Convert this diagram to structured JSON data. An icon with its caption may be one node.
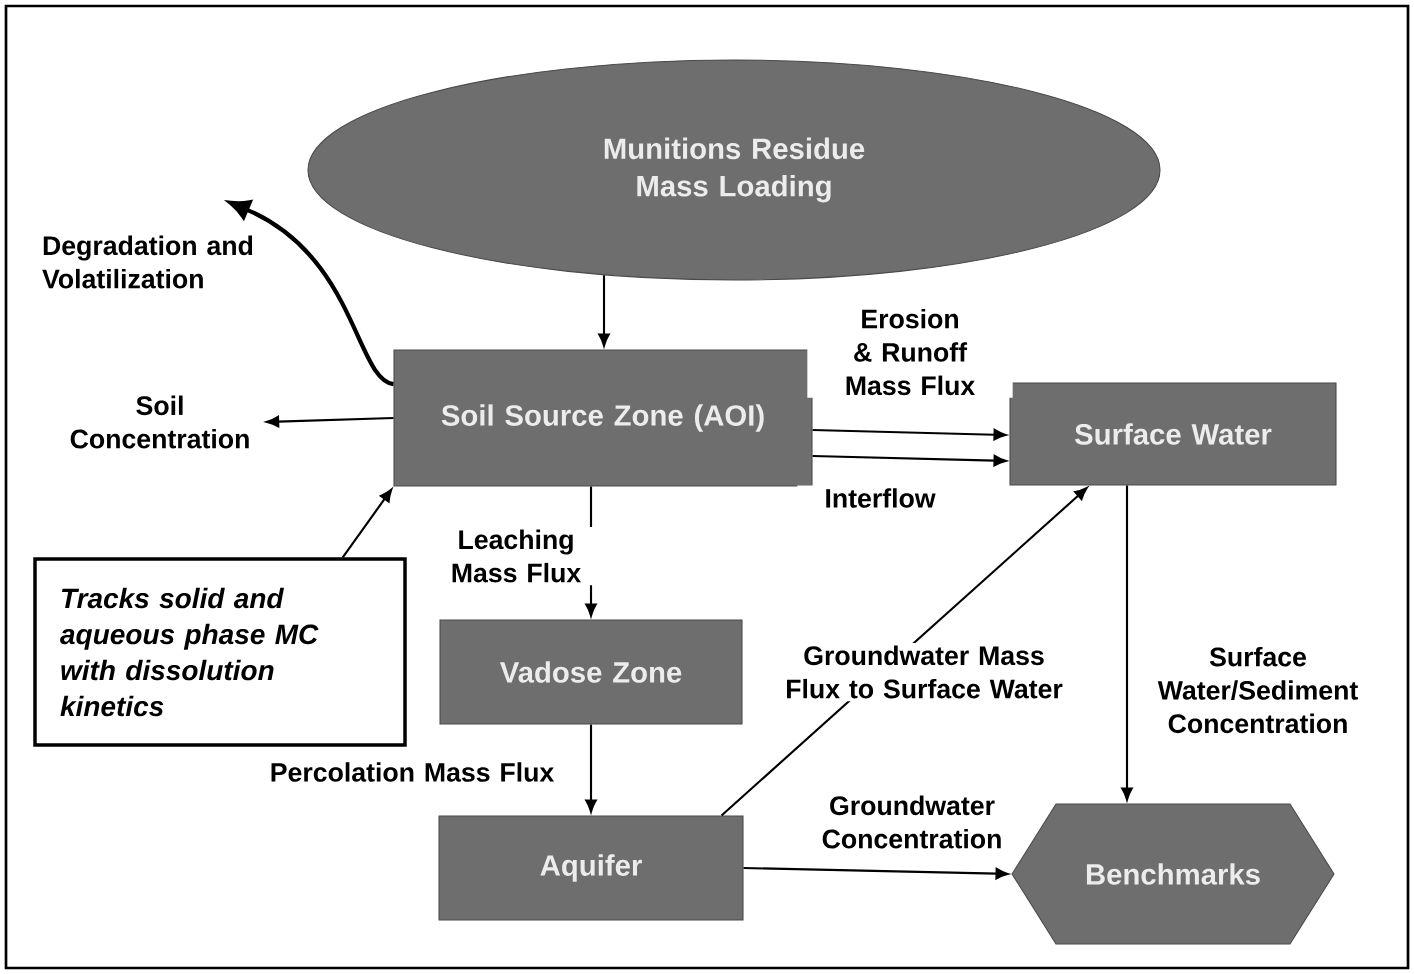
{
  "diagram": {
    "nodes": [
      {
        "text": [
          "Munitions Residue Mass Loading"
        ]
      },
      {
        "text": [
          "Soil Source Zone (AOI)"
        ]
      },
      {
        "text": [
          "Surface Water"
        ]
      },
      {
        "text": [
          "Vadose Zone"
        ]
      },
      {
        "text": [
          "Aquifer"
        ]
      },
      {
        "text": [
          "Benchmarks"
        ]
      },
      {
        "text": [
          "Tracks solid and aqueous phase MC with dissolution kinetics"
        ]
      },
      {
        "text": [
          "Soil Concentration"
        ]
      }
    ],
    "edges": [
      {
        "from": 0,
        "to": 1,
        "arrow": "to"
      },
      {
        "from": 1,
        "to": 7,
        "arrow": "to"
      },
      {
        "from": 1,
        "to": null,
        "arrow": "to",
        "label": "Degradation and Volatilization"
      },
      {
        "from": 1,
        "to": 2,
        "arrow": "to",
        "label": "Erosion & Runoff Mass Flux"
      },
      {
        "from": 1,
        "to": 2,
        "arrow": "to",
        "label": "Interflow"
      },
      {
        "from": 6,
        "to": 1,
        "arrow": "to"
      },
      {
        "from": 1,
        "to": 3,
        "arrow": "to",
        "label": "Leaching Mass Flux"
      },
      {
        "from": 3,
        "to": 4,
        "arrow": "to",
        "label": "Percolation Mass Flux"
      },
      {
        "from": 4,
        "to": 2,
        "arrow": "to",
        "label": "Groundwater Mass Flux to Surface Water"
      },
      {
        "from": 2,
        "to": 5,
        "arrow": "to",
        "label": "Surface Water/Sediment Concentration"
      },
      {
        "from": 4,
        "to": 5,
        "arrow": "to",
        "label": "Groundwater Concentration"
      }
    ]
  }
}
